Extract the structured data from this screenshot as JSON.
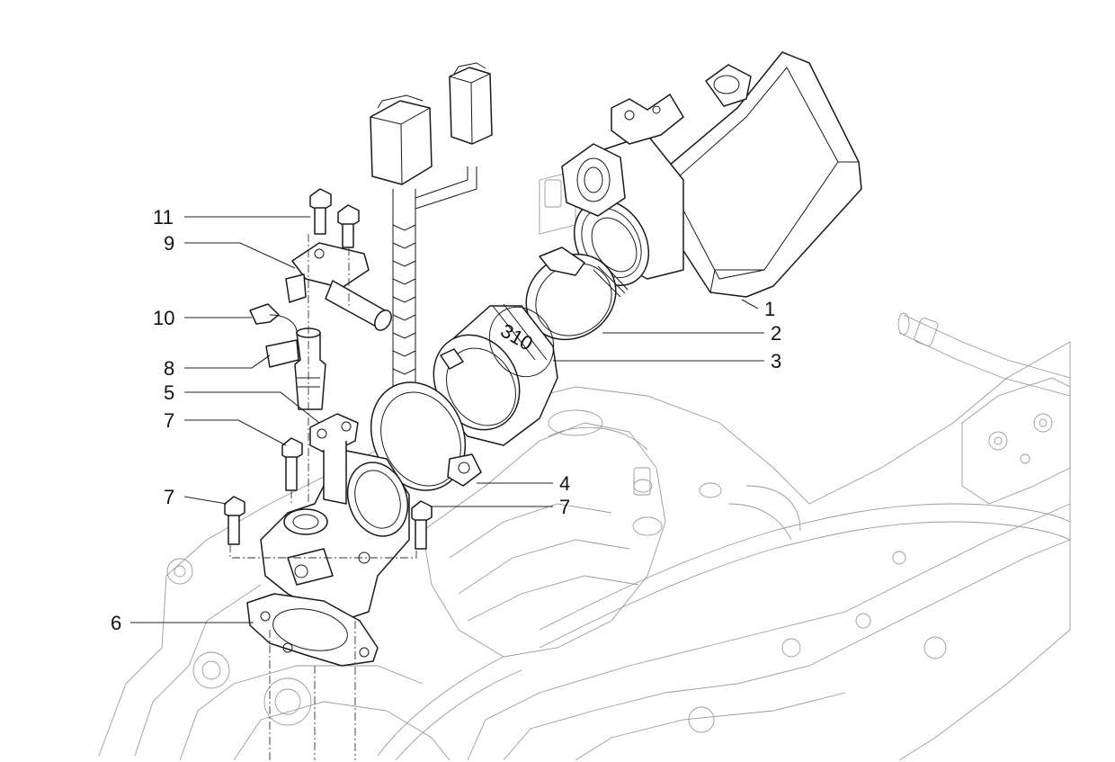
{
  "callouts": [
    {
      "id": "1",
      "label": "1"
    },
    {
      "id": "2",
      "label": "2"
    },
    {
      "id": "3",
      "label": "3"
    },
    {
      "id": "4",
      "label": "4"
    },
    {
      "id": "5",
      "label": "5"
    },
    {
      "id": "6",
      "label": "6"
    },
    {
      "id": "7a",
      "label": "7"
    },
    {
      "id": "7b",
      "label": "7"
    },
    {
      "id": "7c",
      "label": "7"
    },
    {
      "id": "8",
      "label": "8"
    },
    {
      "id": "9",
      "label": "9"
    },
    {
      "id": "10",
      "label": "10"
    },
    {
      "id": "11",
      "label": "11"
    }
  ],
  "components": {
    "part_1": "throttle-body",
    "part_2": "hose-clamp-small",
    "part_3": "intake-sleeve",
    "part_4": "hose-clamp-large",
    "part_5": "injector-holder-bracket",
    "part_6": "manifold-gasket",
    "part_7": "flange-screw",
    "part_8": "fuel-injector",
    "part_9": "fuel-rail",
    "part_10": "retaining-clip",
    "part_11": "bracket-screw"
  },
  "sleeve_marking": "310"
}
